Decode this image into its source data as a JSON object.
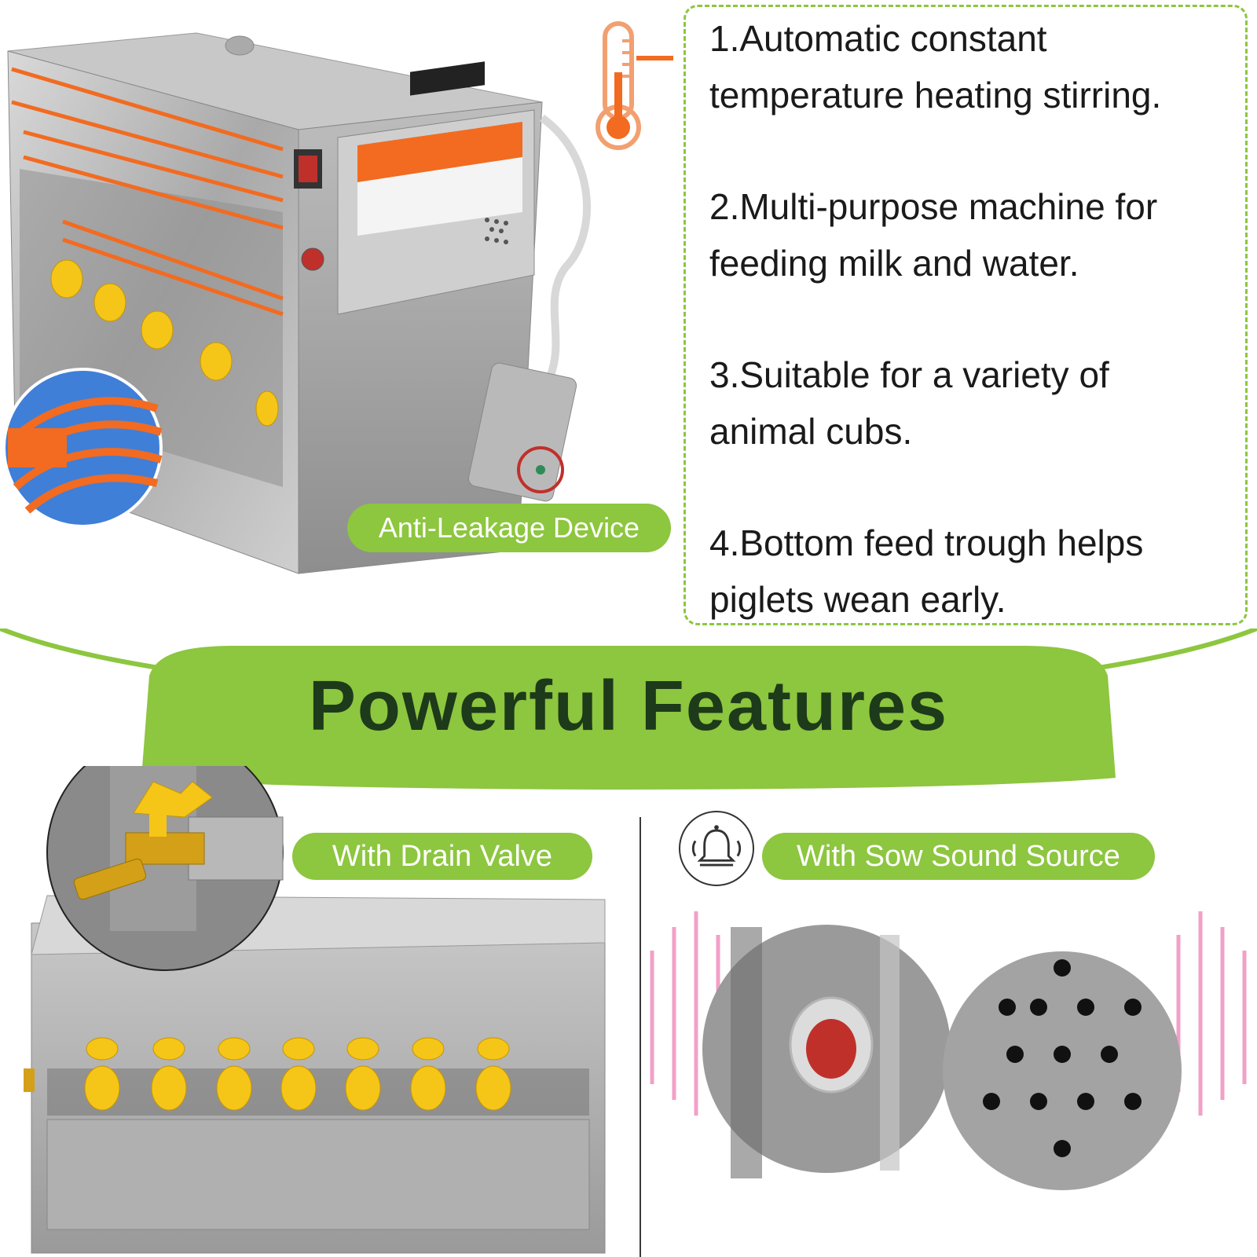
{
  "features": [
    {
      "line1": "1.Automatic constant",
      "line2": "temperature heating stirring."
    },
    {
      "line1": "2.Multi-purpose machine for",
      "line2": "feeding milk and water."
    },
    {
      "line1": "3.Suitable for a variety of",
      "line2": "animal cubs."
    },
    {
      "line1": "4.Bottom feed trough helps",
      "line2": "piglets wean early."
    }
  ],
  "labels": {
    "anti_leakage": "Anti-Leakage Device",
    "banner_title": "Powerful Features",
    "drain_valve": "With Drain Valve",
    "sow_sound": "With Sow Sound Source"
  },
  "icons": {
    "thermometer": "thermometer-icon",
    "bell": "bell-icon"
  },
  "colors": {
    "accent_green": "#8dc63f",
    "heating_orange": "#f26b21",
    "sound_pink": "#f2a0c8"
  }
}
